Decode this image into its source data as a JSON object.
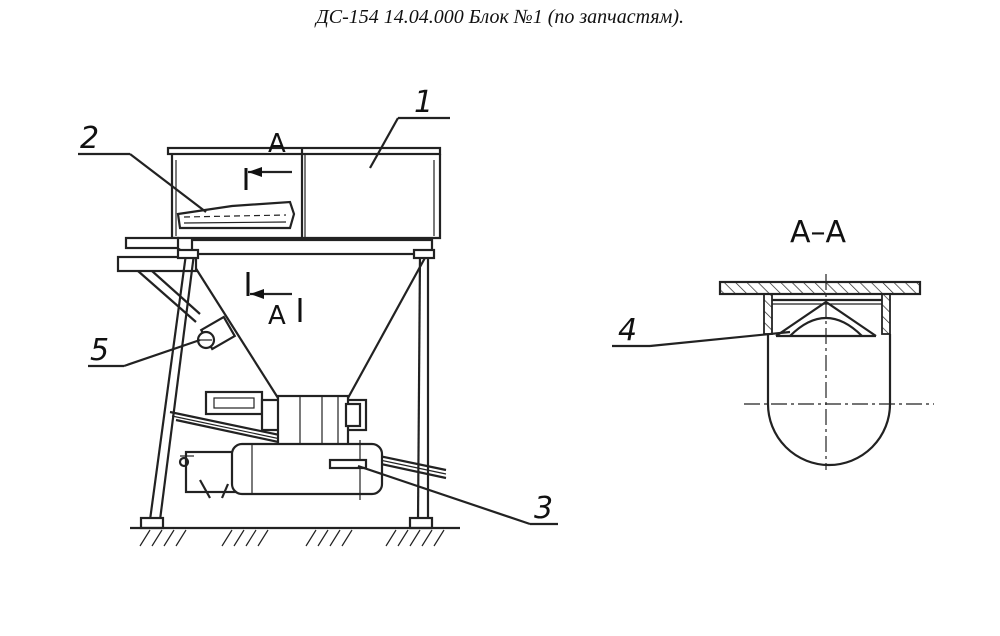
{
  "caption": "ДС-154 14.04.000 Блок №1 (по запчастям).",
  "section_title": "А–А",
  "section_marks": {
    "top": "А",
    "bottom": "А"
  },
  "callouts": [
    {
      "id": "1",
      "label": "1"
    },
    {
      "id": "2",
      "label": "2"
    },
    {
      "id": "3",
      "label": "3"
    },
    {
      "id": "4",
      "label": "4"
    },
    {
      "id": "5",
      "label": "5"
    }
  ]
}
